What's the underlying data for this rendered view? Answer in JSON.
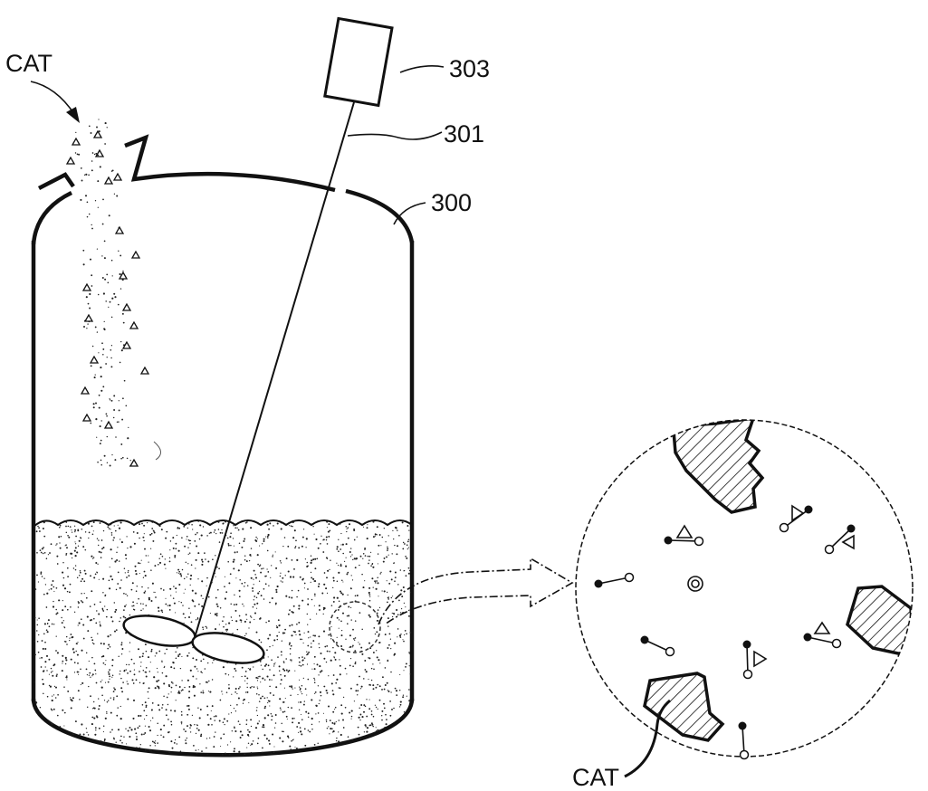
{
  "labels": {
    "cat_top": "CAT",
    "controller": "303",
    "shaft": "301",
    "vessel": "300",
    "cat_bottom": "CAT"
  }
}
